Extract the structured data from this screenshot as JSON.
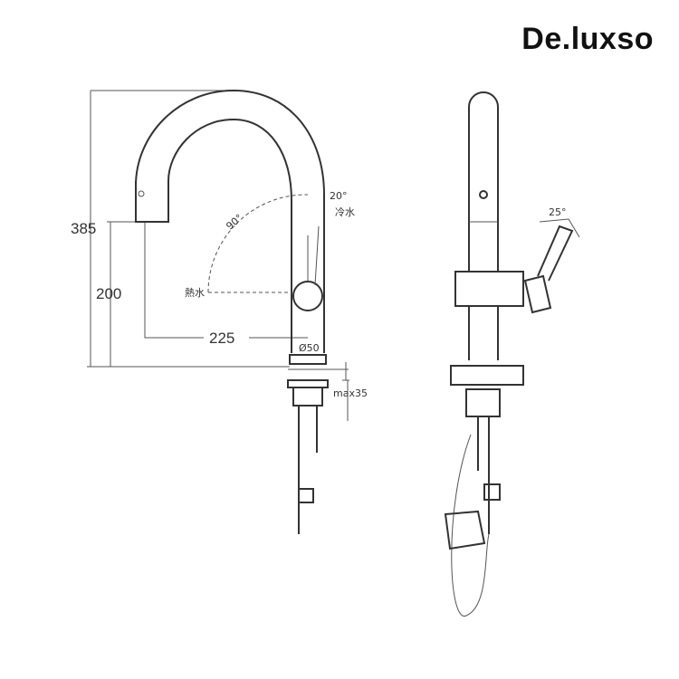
{
  "brand": "De.luxso",
  "left_view": {
    "height_total": "385",
    "height_spout": "200",
    "reach": "225",
    "max_deck": "max35",
    "rotation_angle": "90°",
    "cold_angle": "20°",
    "cold_label": "冷水",
    "hot_label": "熱水",
    "base_diameter": "Ø50"
  },
  "right_view": {
    "handle_angle": "25°"
  }
}
